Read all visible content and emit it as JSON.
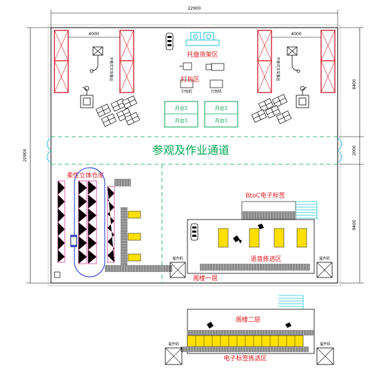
{
  "dimensions": {
    "total_width": "22900",
    "width_4000_left": "4000",
    "width_4000_right": "4000",
    "height_total": "20900",
    "height_top": "8400",
    "height_aisle": "2000",
    "height_bottom": "9400"
  },
  "zones": {
    "pallet_shelf": "托盘货架区",
    "packing": "打包区",
    "visit_aisle": "参观及作业通道",
    "flexible_warehouse": "柔性立体仓库",
    "btoc_label": "BtoC电子标签",
    "voice_picking": "语音拣选区",
    "mezzanine_1": "阁楼一层",
    "mezzanine_2": "阁楼二层",
    "e_label_picking": "电子标签拣选区"
  },
  "equipment": {
    "lift": "提升机",
    "platform_1": "月台2",
    "platform_2": "月台1",
    "platform_3": "月台2",
    "platform_4": "月台1",
    "packer_1": "打包机",
    "packer_2": "打包机",
    "left_machine": "平衡式叉车搬运",
    "right_machine": "平衡式叉车搬运"
  },
  "colors": {
    "red": "#e0191e",
    "shelf_blue": "#3d4fd3",
    "green": "#00a651",
    "yellow": "#ffe000",
    "cyan": "#19c3d6",
    "magenta": "#d0398f",
    "conveyor": "#8c8c8c"
  }
}
